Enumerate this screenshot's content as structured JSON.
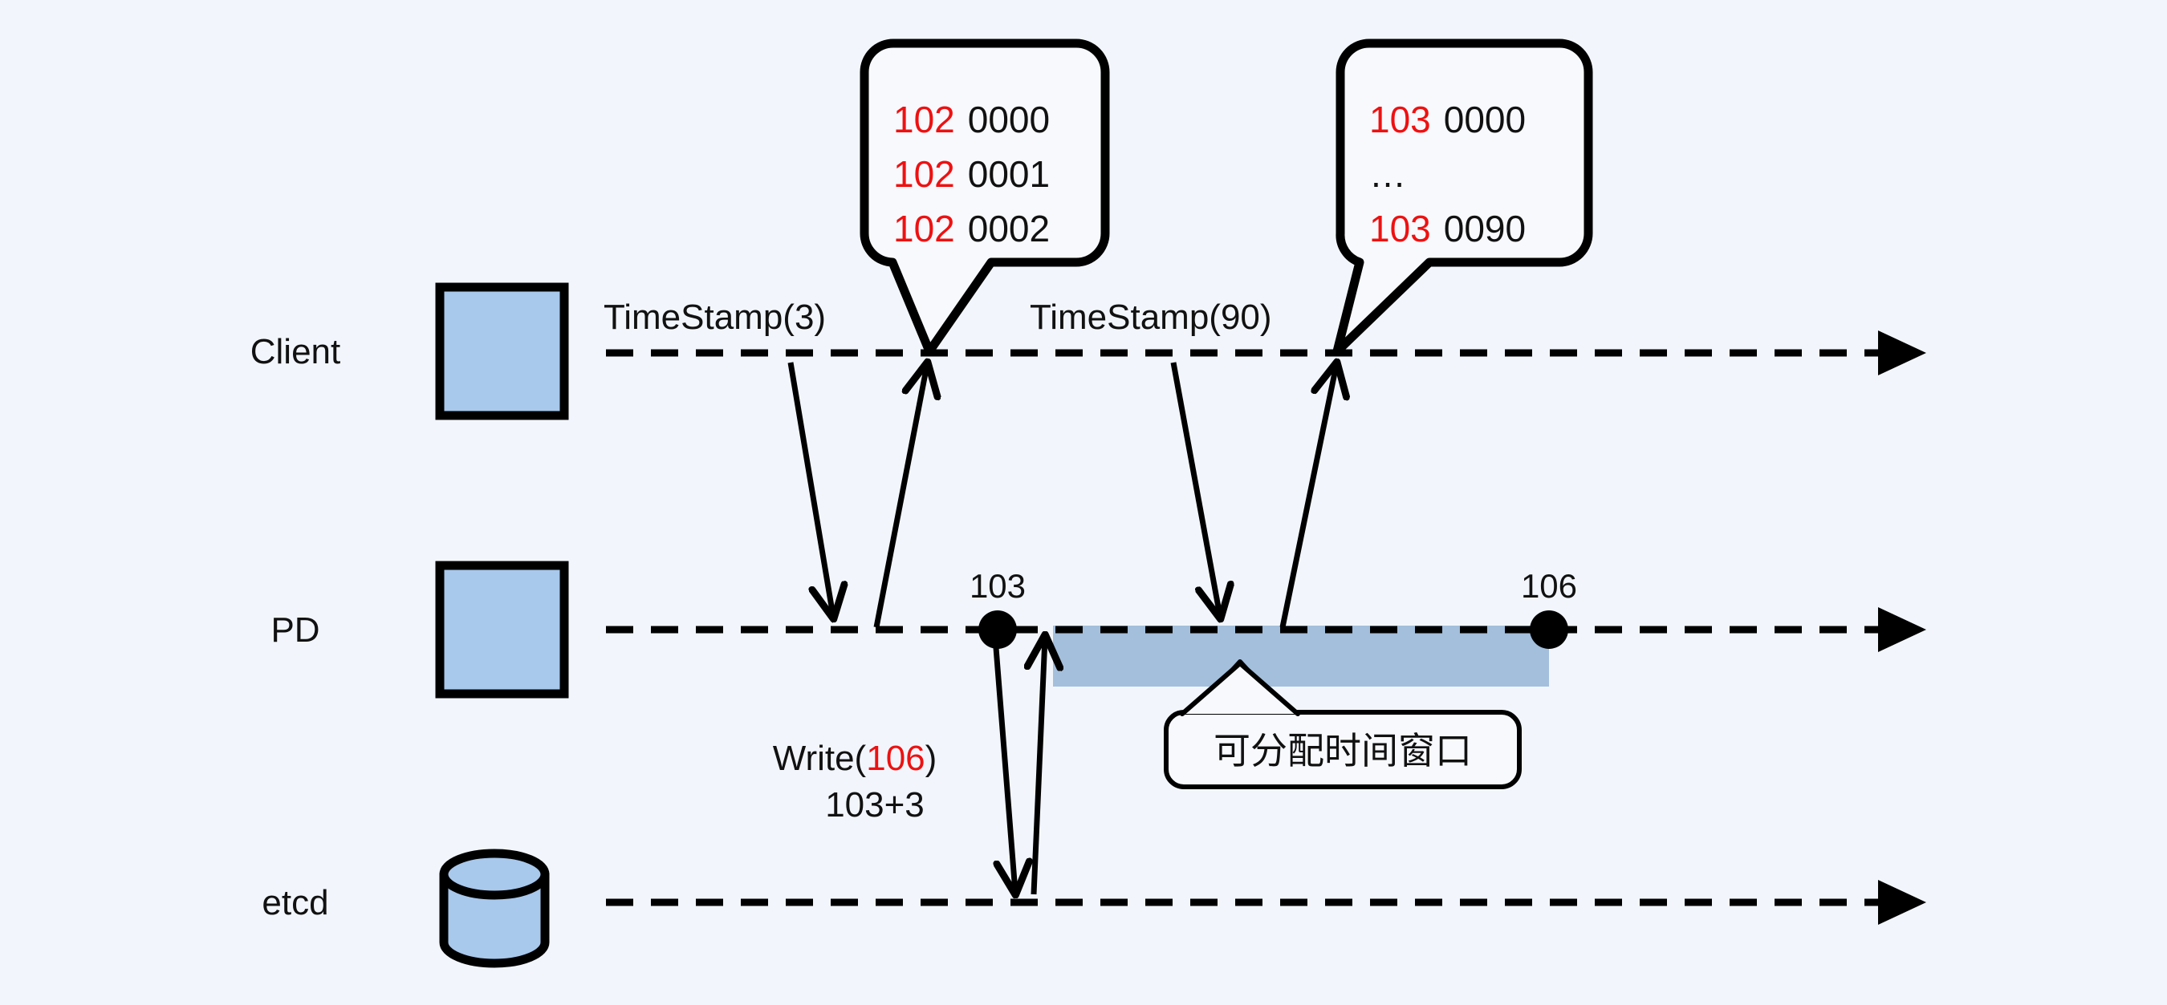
{
  "diagram": {
    "title": "PD TSO timestamp allocation sequence diagram",
    "background_color": "#f2f6fc",
    "accent_blue": "#a8c8ec",
    "band_blue": "#a3bfdc",
    "highlight_red": "#ee1111",
    "stroke_black": "#000000"
  },
  "lanes": [
    {
      "id": "client",
      "label": "Client",
      "icon": "square-box-icon"
    },
    {
      "id": "pd",
      "label": "PD",
      "icon": "square-box-icon"
    },
    {
      "id": "etcd",
      "label": "etcd",
      "icon": "database-cylinder-icon"
    }
  ],
  "messages": [
    {
      "id": "ts3",
      "label": "TimeStamp(3)"
    },
    {
      "id": "ts90",
      "label": "TimeStamp(90)"
    }
  ],
  "write_label": {
    "line1_prefix": "Write(",
    "line1_value": "106",
    "line1_suffix": ")",
    "line2": "103+3"
  },
  "markers": [
    {
      "id": "marker-103",
      "label": "103"
    },
    {
      "id": "marker-106",
      "label": "106"
    }
  ],
  "callouts": [
    {
      "id": "callout-102",
      "rows": [
        {
          "physical": "102",
          "logical": "0000"
        },
        {
          "physical": "102",
          "logical": "0001"
        },
        {
          "physical": "102",
          "logical": "0002"
        }
      ]
    },
    {
      "id": "callout-103",
      "rows": [
        {
          "physical": "103",
          "logical": "0000"
        },
        {
          "physical": "…",
          "logical": ""
        },
        {
          "physical": "103",
          "logical": "0090"
        }
      ]
    }
  ],
  "annotation": {
    "id": "allocatable-window",
    "text": "可分配时间窗口"
  }
}
